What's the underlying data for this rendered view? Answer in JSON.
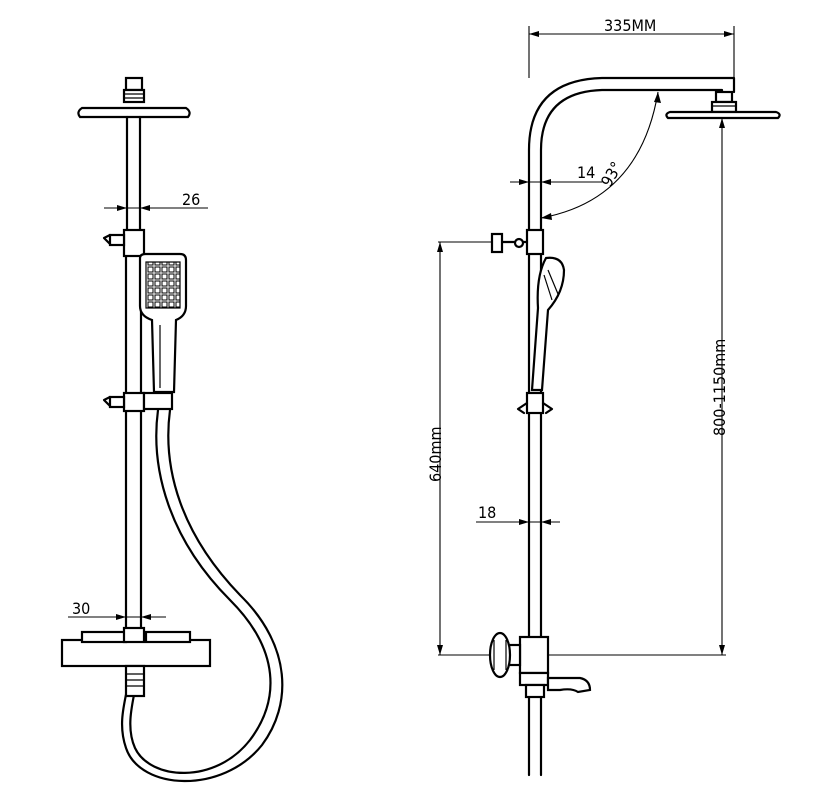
{
  "front_view": {
    "dim_bar_width": "26",
    "dim_valve_pipe_width": "30"
  },
  "side_view": {
    "dim_arm_reach": "335MM",
    "dim_pipe_diameter_upper": "14",
    "dim_arm_angle": "93°",
    "dim_handshower_holder_height": "640mm",
    "dim_overhead_height": "800-1150mm",
    "dim_pipe_diameter_lower": "18"
  }
}
